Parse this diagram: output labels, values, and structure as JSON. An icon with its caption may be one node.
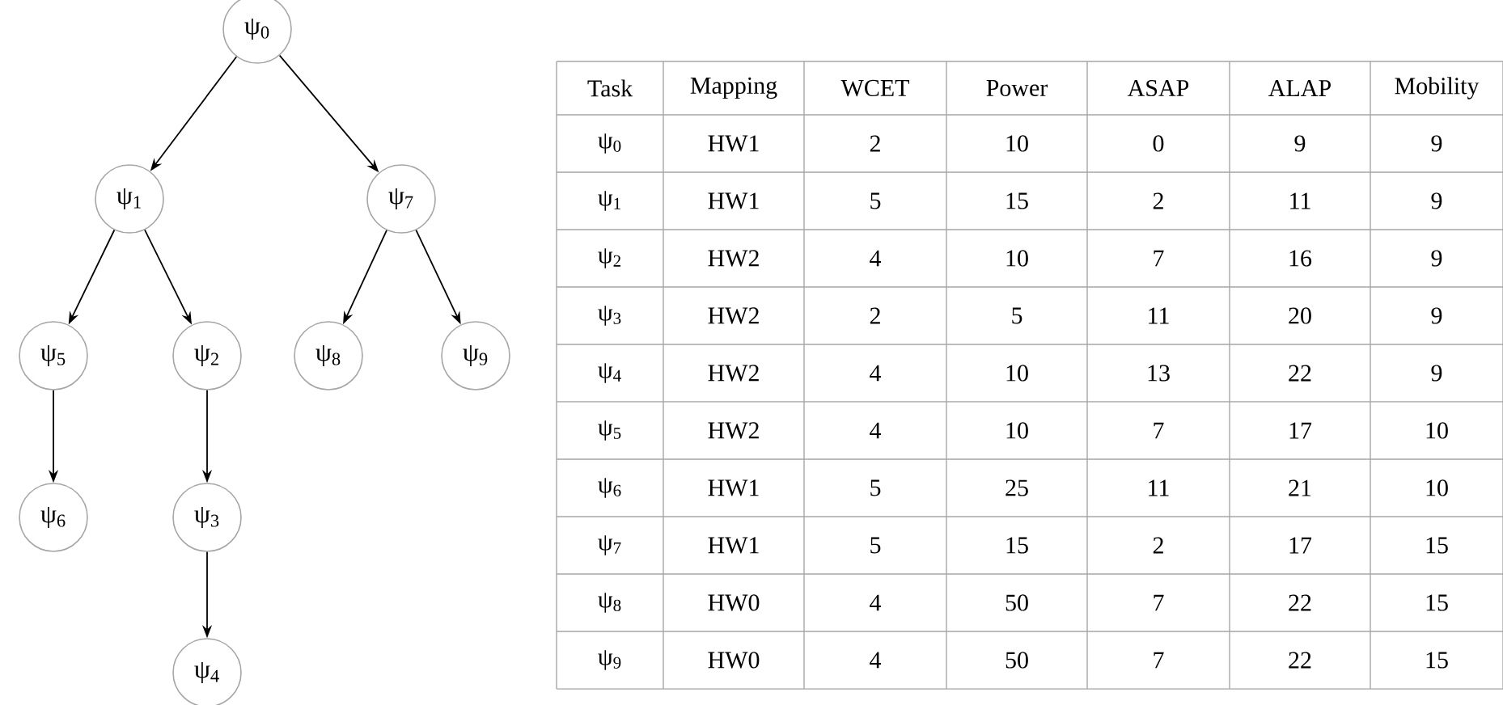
{
  "diagram": {
    "nodes": [
      {
        "text": [
          "ψ$_{0}$"
        ]
      },
      {
        "text": [
          "ψ$_{1}$"
        ]
      },
      {
        "text": [
          "ψ$_{7}$"
        ]
      },
      {
        "text": [
          "ψ$_{5}$"
        ]
      },
      {
        "text": [
          "ψ$_{2}$"
        ]
      },
      {
        "text": [
          "ψ$_{8}$"
        ]
      },
      {
        "text": [
          "ψ$_{9}$"
        ]
      },
      {
        "text": [
          "ψ$_{6}$"
        ]
      },
      {
        "text": [
          "ψ$_{3}$"
        ]
      },
      {
        "text": [
          "ψ$_{4}$"
        ]
      }
    ],
    "edges": [
      {
        "from": 0,
        "to": 1,
        "arrow": "to"
      },
      {
        "from": 0,
        "to": 2,
        "arrow": "to"
      },
      {
        "from": 1,
        "to": 3,
        "arrow": "to"
      },
      {
        "from": 1,
        "to": 4,
        "arrow": "to"
      },
      {
        "from": 2,
        "to": 5,
        "arrow": "to"
      },
      {
        "from": 2,
        "to": 6,
        "arrow": "to"
      },
      {
        "from": 3,
        "to": 7,
        "arrow": "to"
      },
      {
        "from": 4,
        "to": 8,
        "arrow": "to"
      },
      {
        "from": 8,
        "to": 9,
        "arrow": "to"
      }
    ],
    "labels": [
      "Task",
      "Mapping",
      "WCET",
      "Power",
      "ASAP",
      "ALAP",
      "Mobility",
      "ψ$_{0}$",
      "HW1",
      "2",
      "10",
      "0",
      "9",
      "9",
      "ψ$_{1}$",
      "HW1",
      "5",
      "15",
      "2",
      "11",
      "9",
      "ψ$_{2}$",
      "HW2",
      "4",
      "10",
      "7",
      "16",
      "9",
      "ψ$_{3}$",
      "HW2",
      "2",
      "5",
      "11",
      "20",
      "9",
      "ψ$_{4}$",
      "HW2",
      "4",
      "10",
      "13",
      "22",
      "9",
      "ψ$_{5}$",
      "HW2",
      "4",
      "10",
      "7",
      "17",
      "10",
      "ψ$_{6}$",
      "HW1",
      "5",
      "25",
      "11",
      "21",
      "10",
      "ψ$_{7}$",
      "HW1",
      "5",
      "15",
      "2",
      "17",
      "15",
      "ψ$_{8}$",
      "HW0",
      "4",
      "50",
      "7",
      "22",
      "15",
      "ψ$_{9}$",
      "HW0",
      "4",
      "50",
      "7",
      "22",
      "15"
    ]
  }
}
